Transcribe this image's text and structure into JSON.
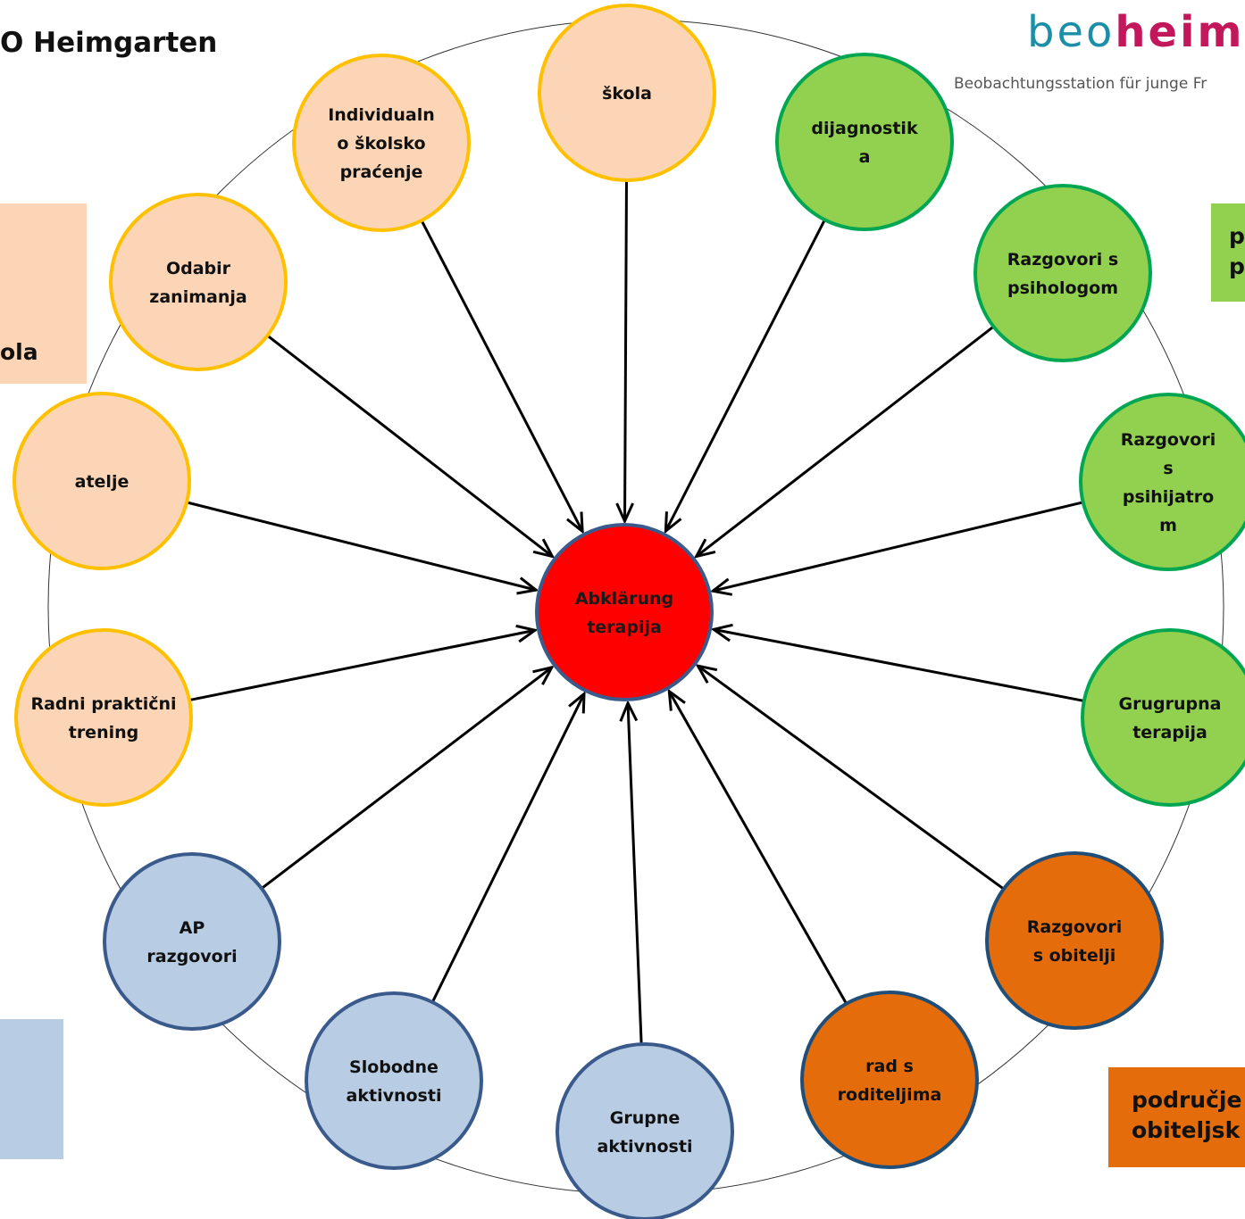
{
  "header": {
    "title": "O Heimgarten",
    "logo_part1": "beo",
    "logo_part2": "heim",
    "logo_tagline": "Beobachtungsstation für junge Fr"
  },
  "colors": {
    "school_fill": "#fbd5b5",
    "school_stroke": "#ffc000",
    "psych_fill": "#92d050",
    "psych_stroke": "#00a651",
    "family_fill": "#e46c0a",
    "family_stroke": "#1f4e79",
    "leisure_fill": "#b8cce4",
    "leisure_stroke": "#3a5a8c",
    "center_fill": "#ff0000",
    "center_stroke": "#3a5a8c"
  },
  "center": {
    "lines": [
      "Abklärung",
      "terapija"
    ]
  },
  "nodes": [
    {
      "id": "skola",
      "group": "school",
      "lines": [
        "škola"
      ]
    },
    {
      "id": "dijagnostika",
      "group": "psych",
      "lines": [
        "dijagnostik",
        "a"
      ]
    },
    {
      "id": "razgovori-psiholog",
      "group": "psych",
      "lines": [
        "Razgovori s",
        "psihologom"
      ]
    },
    {
      "id": "razgovori-psihijatar",
      "group": "psych",
      "lines": [
        "Razgovori",
        "s",
        "psihijatro",
        "m"
      ]
    },
    {
      "id": "grupna-terapija",
      "group": "psych",
      "lines": [
        "Grugrupna",
        "terapija"
      ]
    },
    {
      "id": "razgovori-obitelj",
      "group": "family",
      "lines": [
        "Razgovori",
        "s obitelji"
      ]
    },
    {
      "id": "rad-roditelji",
      "group": "family",
      "lines": [
        "rad s",
        "roditeljima"
      ]
    },
    {
      "id": "grupne-aktivnosti",
      "group": "leisure",
      "lines": [
        "Grupne",
        "aktivnosti"
      ]
    },
    {
      "id": "slobodne-aktivnosti",
      "group": "leisure",
      "lines": [
        "Slobodne",
        "aktivnosti"
      ]
    },
    {
      "id": "ap-razgovori",
      "group": "leisure",
      "lines": [
        "AP",
        "razgovori"
      ]
    },
    {
      "id": "radni-trening",
      "group": "school",
      "lines": [
        "Radni praktični",
        "trening"
      ]
    },
    {
      "id": "atelje",
      "group": "school",
      "lines": [
        "atelje"
      ]
    },
    {
      "id": "odabir-zanimanja",
      "group": "school",
      "lines": [
        "Odabir",
        "zanimanja"
      ]
    },
    {
      "id": "skolsko-pracenje",
      "group": "school",
      "lines": [
        "Individualn",
        "o školsko",
        "praćenje"
      ]
    }
  ],
  "legend": {
    "school": "ola",
    "psych": "p\np",
    "family": "područje\nobiteljsk",
    "leisure": ""
  }
}
